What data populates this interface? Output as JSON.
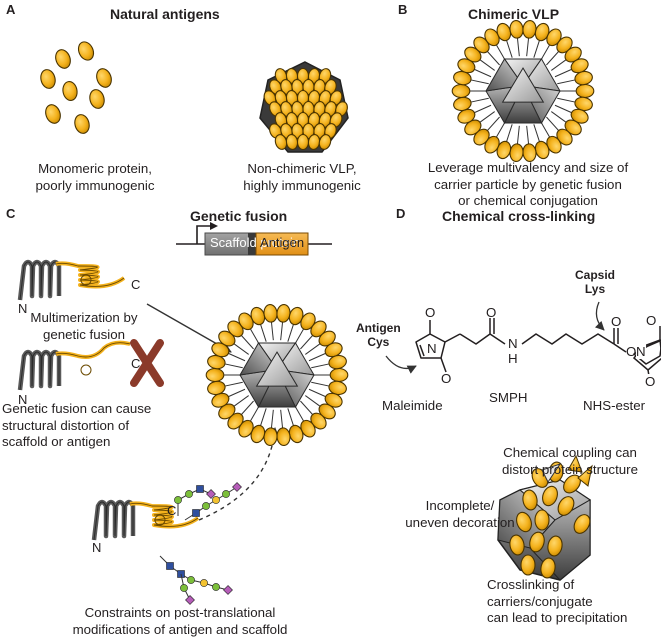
{
  "panels": {
    "a": {
      "letter": "A",
      "title": "Natural antigens",
      "caption_left": [
        "Monomeric protein,",
        "poorly immunogenic"
      ],
      "caption_right": [
        "Non-chimeric VLP,",
        "highly immunogenic"
      ]
    },
    "b": {
      "letter": "B",
      "title": "Chimeric VLP",
      "caption": [
        "Leverage multivalency and size of",
        "carrier particle by genetic fusion",
        "or chemical conjugation"
      ]
    },
    "c": {
      "letter": "C",
      "title": "Genetic fusion",
      "gene_scaffold": "Scaffold protein",
      "gene_antigen": "Antigen",
      "terminus_n": "N",
      "terminus_c": "C",
      "caption_multimerization": [
        "Multimerization by",
        "genetic fusion"
      ],
      "caption_distortion": [
        "Genetic fusion can cause",
        "structural distortion of",
        "scaffold or antigen"
      ],
      "caption_ptm": [
        "Constraints on post-translational",
        "modifications of antigen and scaffold"
      ]
    },
    "d": {
      "letter": "D",
      "title": "Chemical cross-linking",
      "label_capsid": [
        "Capsid",
        "Lys"
      ],
      "label_antigen": [
        "Antigen",
        "Cys"
      ],
      "atom_o": "O",
      "atom_n": "N",
      "atom_h": "H",
      "label_maleimide": "Maleimide",
      "label_smph": "SMPH",
      "label_nhs": "NHS-ester",
      "caption_coupling": [
        "Chemical coupling can",
        "distort protein structure"
      ],
      "caption_incomplete": [
        "Incomplete/",
        "uneven decoration"
      ],
      "caption_crosslinking": [
        "Crosslinking of",
        "carriers/conjugate",
        "can lead to precipitation"
      ]
    }
  },
  "colors": {
    "antigen_fill": "#f4b21d",
    "antigen_stroke": "#4a3400",
    "capsid_dark": "#5e5e5e",
    "capsid_light": "#f0f0f0",
    "scaffold_box": "#8c8c8c",
    "antigen_box": "#f4a93a",
    "cross_mark": "#8b3a2a",
    "glycan_blue": "#2f4f9e",
    "glycan_green": "#7cbf3a",
    "glycan_purple": "#b55db8",
    "glycan_yellow": "#f2c230"
  }
}
